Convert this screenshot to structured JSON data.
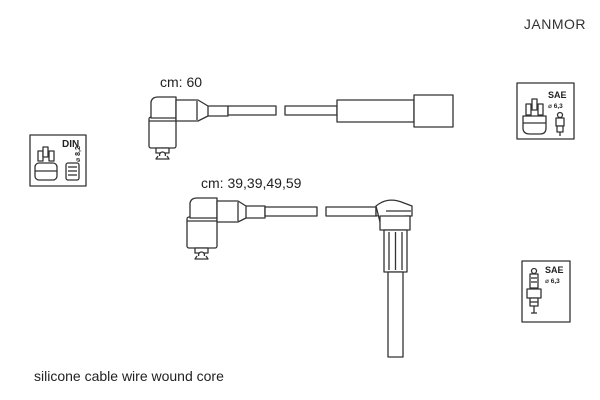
{
  "brand": "JANMOR",
  "cable_lengths": {
    "cable_1": "cm: 60",
    "cable_2": "cm: 39,39,49,59"
  },
  "connector_badges": {
    "din": {
      "standard": "DIN",
      "size": "⌀ 8,2"
    },
    "sae_top": {
      "standard": "SAE",
      "size": "⌀ 6,3"
    },
    "sae_bottom": {
      "standard": "SAE",
      "size": "⌀ 6,3"
    }
  },
  "footer_note": "silicone cable wire wound core"
}
